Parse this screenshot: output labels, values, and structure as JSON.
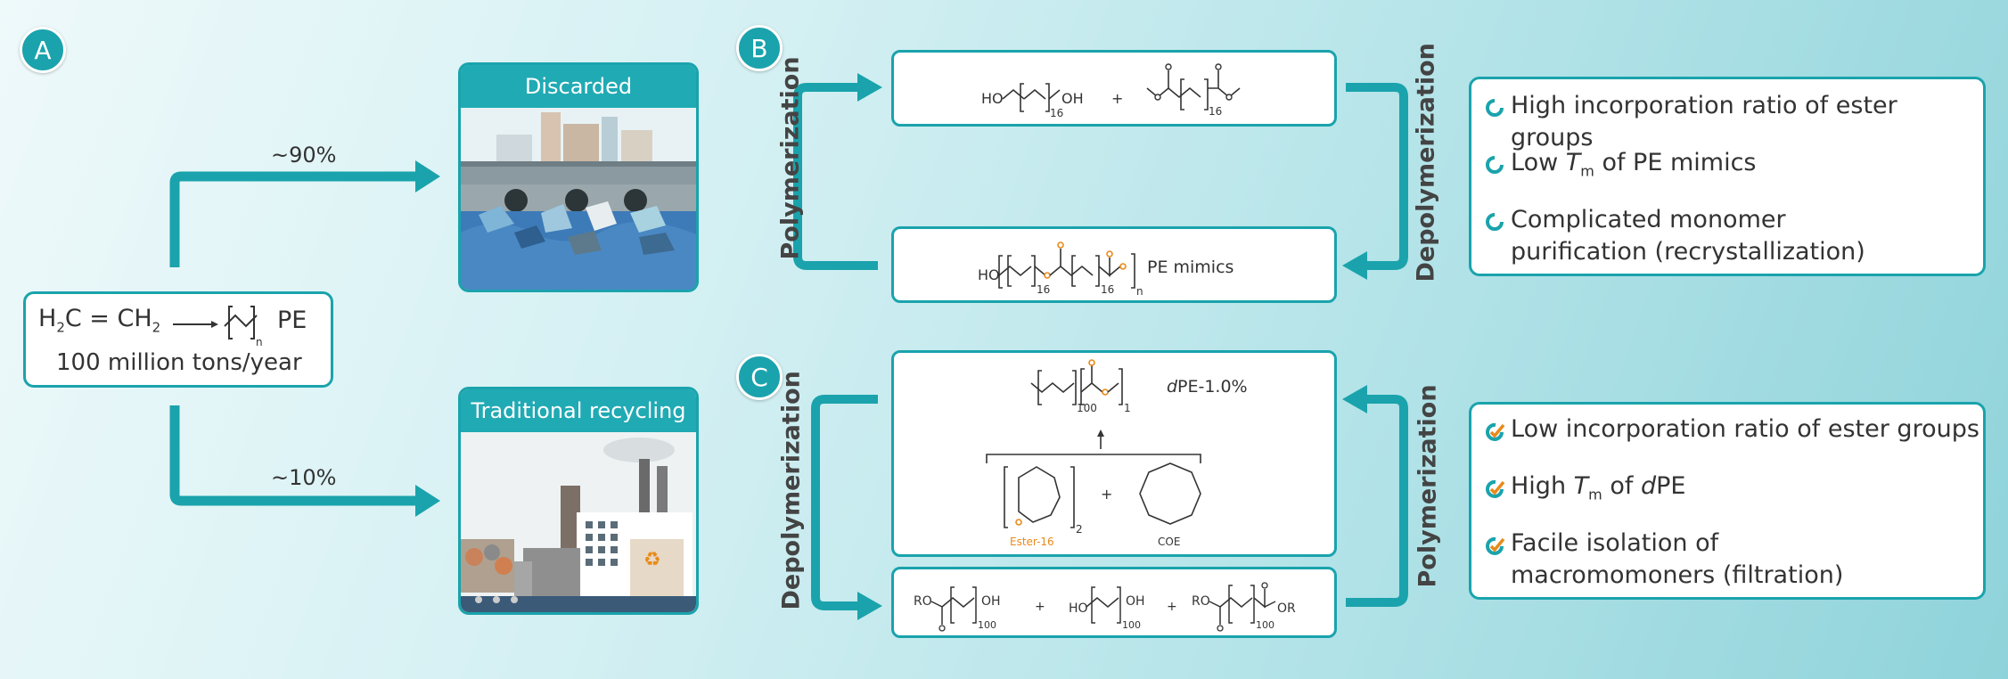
{
  "panels": {
    "a": "A",
    "b": "B",
    "c": "C"
  },
  "panel_a": {
    "eq_left": "H",
    "eq_left_sub": "2",
    "eq_mid": "C = CH",
    "eq_mid_sub": "2",
    "eq_n": "n",
    "eq_pe": "PE",
    "tons": "100 million tons/year",
    "pct_top": "~90%",
    "pct_bottom": "~10%",
    "discarded": "Discarded",
    "recycling": "Traditional recycling"
  },
  "panel_b": {
    "polymerization": "Polymerization",
    "depolymerization": "Depolymerization",
    "mon_ho": "HO",
    "mon_oh": "OH",
    "sub16": "16",
    "plus": "+",
    "poly_ho": "HO",
    "poly_n": "n",
    "pe_mimics": "PE mimics",
    "items": [
      {
        "text_a": "High incorporation ratio of ester groups"
      },
      {
        "text_a": "Low ",
        "t": "T",
        "m": "m",
        "text_b": " of PE mimics"
      },
      {
        "text_a": "Complicated monomer",
        "text_b": "purification (recrystallization)"
      }
    ]
  },
  "panel_c": {
    "polymerization": "Polymerization",
    "depolymerization": "Depolymerization",
    "dpe_d": "d",
    "dpe_rest": "PE-1.0%",
    "sub100": "100",
    "sub1": "1",
    "sub2": "2",
    "plus": "+",
    "ester16": "Ester-16",
    "coe": "COE",
    "ro": "RO",
    "oh": "OH",
    "ho": "HO",
    "or": "OR",
    "items": [
      {
        "text_a": "Low incorporation ratio of ester groups"
      },
      {
        "text_a": "High ",
        "t": "T",
        "m": "m",
        "text_b": " of ",
        "d": "d",
        "text_c": "PE"
      },
      {
        "text_a": "Facile isolation of",
        "text_b": "macromomoners (filtration)"
      }
    ]
  },
  "colors": {
    "teal": "#1aa3ac",
    "orange": "#e88a1a",
    "text": "#333333"
  }
}
